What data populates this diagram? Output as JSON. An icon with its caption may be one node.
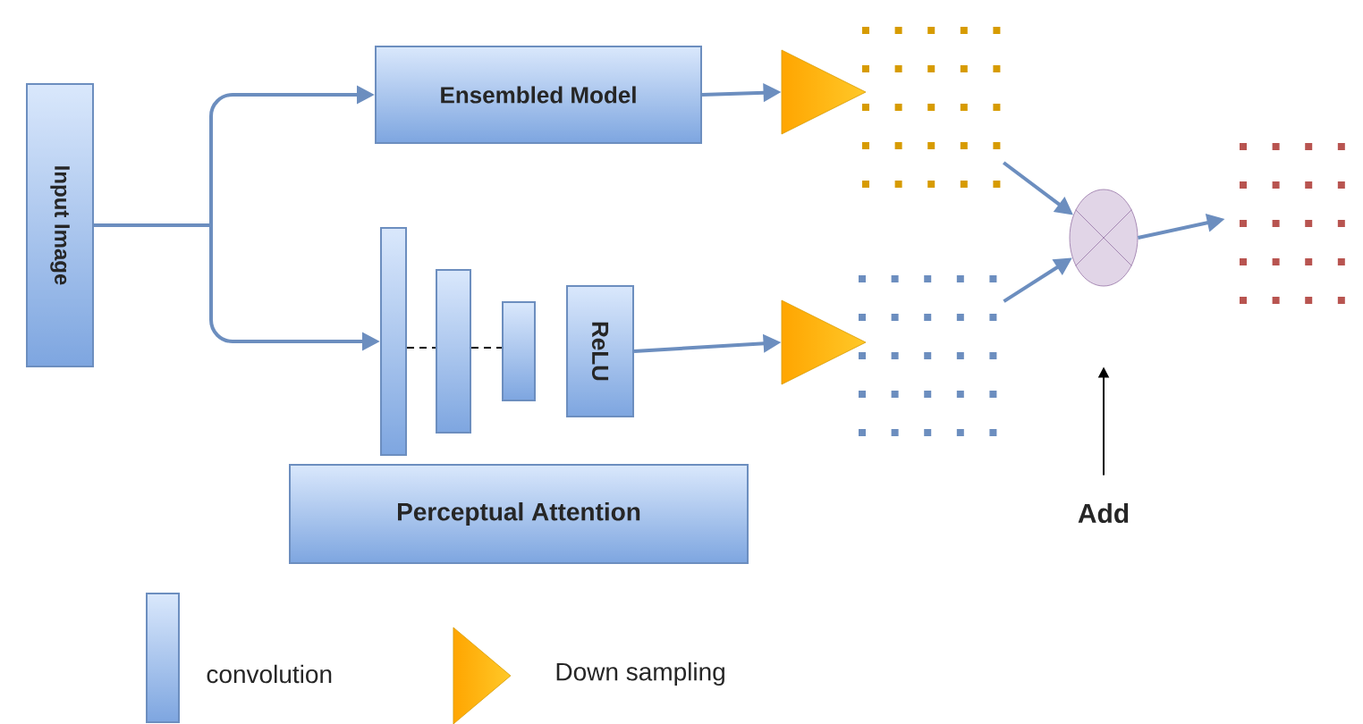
{
  "diagram": {
    "nodes": [
      {
        "text": [
          "Input Image"
        ]
      },
      {
        "text": [
          "Ensembled Model"
        ]
      },
      {
        "text": [],
        "shape": "box"
      },
      {
        "text": [],
        "shape": "box"
      },
      {
        "text": [],
        "shape": "box"
      },
      {
        "text": [
          "ReLU"
        ]
      },
      {
        "text": [
          "Perceptual Attention"
        ]
      },
      {
        "text": [],
        "shape": "triangle"
      },
      {
        "text": [],
        "shape": "triangle"
      },
      {
        "text": [],
        "shape": "grid"
      },
      {
        "text": [],
        "shape": "grid"
      },
      {
        "text": [],
        "shape": "circle"
      },
      {
        "text": [],
        "shape": "grid"
      },
      {
        "text": [
          "Add"
        ]
      }
    ],
    "edges": [
      {
        "from": 0,
        "to": 1,
        "arrow": "to"
      },
      {
        "from": 0,
        "to": 2,
        "arrow": "to"
      },
      {
        "from": 1,
        "to": 7,
        "arrow": "to"
      },
      {
        "from": 2,
        "to": 3,
        "arrow": "none",
        "style": "dashed",
        "color": "#000000"
      },
      {
        "from": 3,
        "to": 4,
        "arrow": "none",
        "style": "dashed",
        "color": "#000000"
      },
      {
        "from": 5,
        "to": 8,
        "arrow": "to"
      },
      {
        "from": 9,
        "to": 11,
        "arrow": "to"
      },
      {
        "from": 10,
        "to": 11,
        "arrow": "to"
      },
      {
        "from": 11,
        "to": 12,
        "arrow": "to"
      },
      {
        "from": 13,
        "to": 11,
        "arrow": "to",
        "color": "#000000"
      }
    ],
    "legend": [
      {
        "text": "convolution"
      },
      {
        "text": "Down sampling"
      }
    ]
  }
}
